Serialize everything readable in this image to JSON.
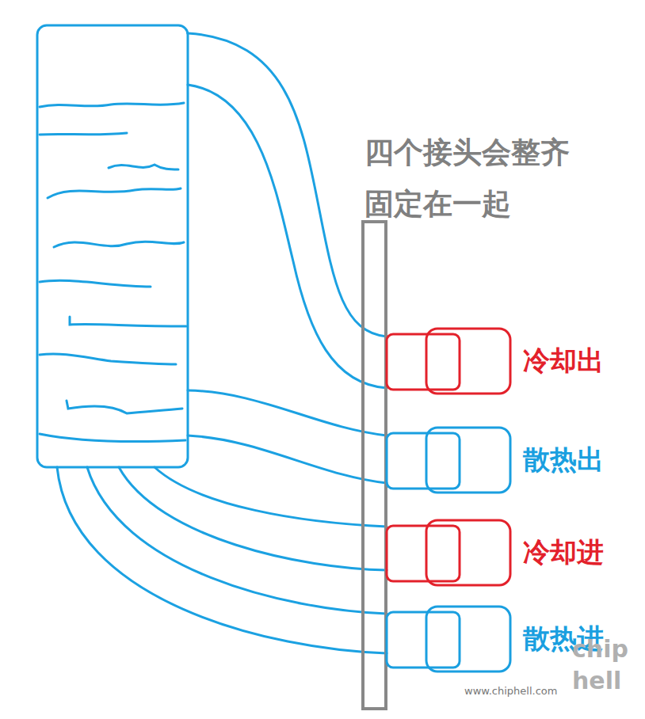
{
  "diagram": {
    "nodes": [
      {
        "text": [
          "四个接头会整齐 固定在一起"
        ]
      },
      {
        "text": [
          "冷却出"
        ]
      },
      {
        "text": [
          "散热出"
        ]
      },
      {
        "text": [
          "冷却进"
        ]
      },
      {
        "text": [
          "散热进"
        ]
      }
    ],
    "labels": [
      "www.chiphell.com",
      "chip hell"
    ]
  }
}
